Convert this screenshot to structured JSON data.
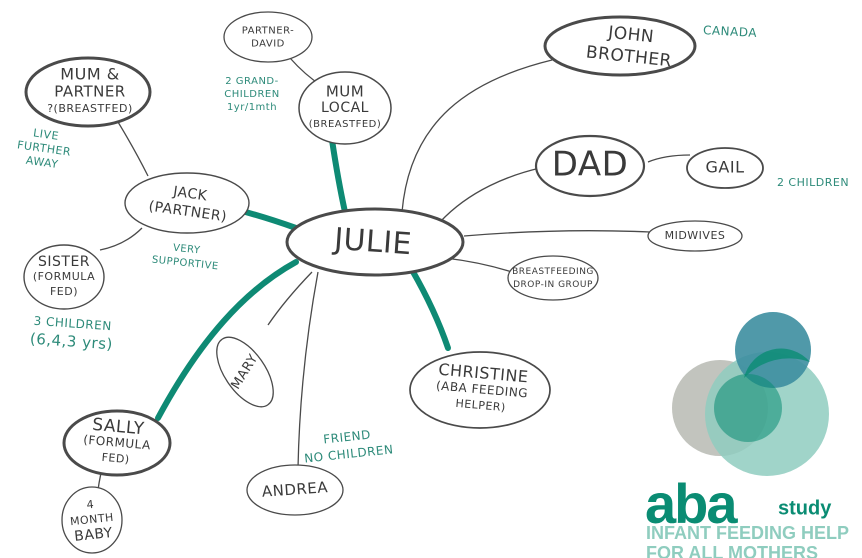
{
  "center": {
    "label": "JULIE"
  },
  "nodes": {
    "partner_david": [
      "PARTNER-",
      "DAVID"
    ],
    "mum_local": [
      "MUM",
      "LOCAL",
      "(BREASTFED)"
    ],
    "john_brother": [
      "JOHN",
      "BROTHER"
    ],
    "mum_partner": [
      "MUM &",
      "PARTNER",
      "?(BREASTFED)"
    ],
    "dad": [
      "DAD"
    ],
    "gail": [
      "GAIL"
    ],
    "jack": [
      "JACK",
      "(PARTNER)"
    ],
    "midwives": [
      "MIDWIVES"
    ],
    "breastfeeding_group": [
      "BREASTFEEDING",
      "DROP-IN GROUP"
    ],
    "sister": [
      "SISTER",
      "(FORMULA",
      "FED)"
    ],
    "mary": [
      "MARY"
    ],
    "christine": [
      "CHRISTINE",
      "(ABA FEEDING",
      "HELPER)"
    ],
    "sally": [
      "SALLY",
      "(FORMULA",
      "FED)"
    ],
    "andrea": [
      "ANDREA"
    ],
    "baby": [
      "4",
      "MONTH",
      "BABY"
    ]
  },
  "notes": {
    "canada": [
      "CANADA"
    ],
    "grandchildren": [
      "2 GRAND-",
      "CHILDREN",
      "1yr/1mth"
    ],
    "live_further": [
      "LIVE",
      "FURTHER",
      "AWAY"
    ],
    "two_children": [
      "2 CHILDREN"
    ],
    "very_supportive": [
      "VERY",
      "SUPPORTIVE"
    ],
    "three_children": [
      "3 CHILDREN",
      "(6,4,3 yrs)"
    ],
    "friend": [
      "FRIEND",
      "NO CHILDREN"
    ]
  },
  "logo": {
    "brand": "aba",
    "brand_suffix": "study",
    "tagline_1": "INFANT FEEDING HELP",
    "tagline_2": "FOR ALL MOTHERS"
  },
  "colors": {
    "ink": "#3a3a3a",
    "accent": "#0e8a74",
    "note": "#2e8b7a",
    "logo_teal": "#0a8c73",
    "logo_blue": "#3d8ea0",
    "logo_gray": "#b7bab3",
    "logo_light": "#8fcdbf"
  }
}
